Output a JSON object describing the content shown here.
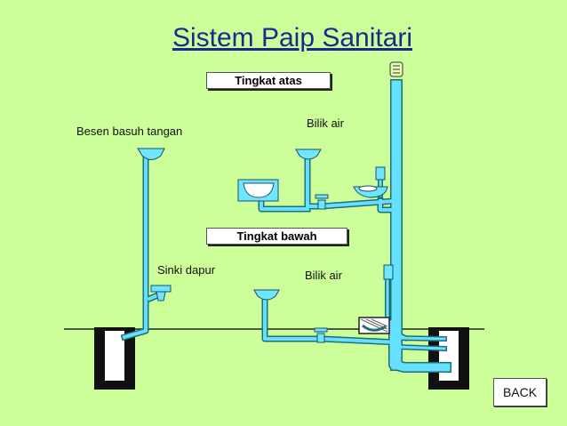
{
  "title": "Sistem Paip Sanitari",
  "floors": {
    "upper": "Tingkat atas",
    "lower": "Tingkat bawah"
  },
  "labels": {
    "basin": "Besen basuh tangan",
    "bathroom_upper": "Bilik air",
    "kitchen_sink": "Sinki dapur",
    "bathroom_lower": "Bilik air"
  },
  "back_button": "BACK",
  "colors": {
    "background": "#ccff99",
    "pipe": "#66e0ff",
    "pipe_outline": "#1f6f7a",
    "title": "#1a2a8c"
  }
}
